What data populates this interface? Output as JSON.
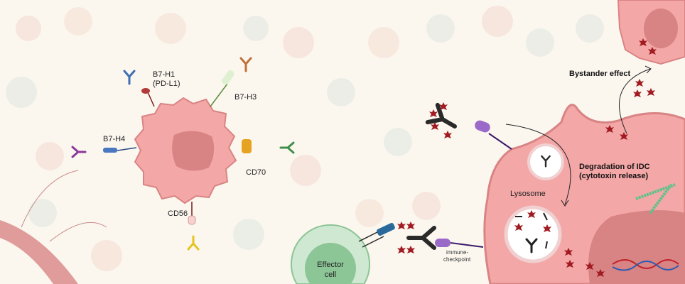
{
  "labels": {
    "b7h1": "B7-H1",
    "pdl1": "(PD-L1)",
    "b7h3": "B7-H3",
    "b7h4": "B7-H4",
    "cd70": "CD70",
    "cd56": "CD56",
    "effector_line1": "Effector",
    "effector_line2": "cell",
    "immune_line1": "immune-",
    "immune_line2": "checkpoint",
    "lysosome": "Lysosome",
    "degradation_line1": "Degradation of IDC",
    "degradation_line2": "(cytotoxin release)",
    "bystander": "Bystander effect"
  },
  "colors": {
    "background": "#fbf7ef",
    "tumor_cell": "#f4a7a7",
    "nucleus": "#d98484",
    "payload": "#a01c22",
    "effector_cell": "#a9d6b0",
    "antibody_dark": "#2a2a2a"
  }
}
